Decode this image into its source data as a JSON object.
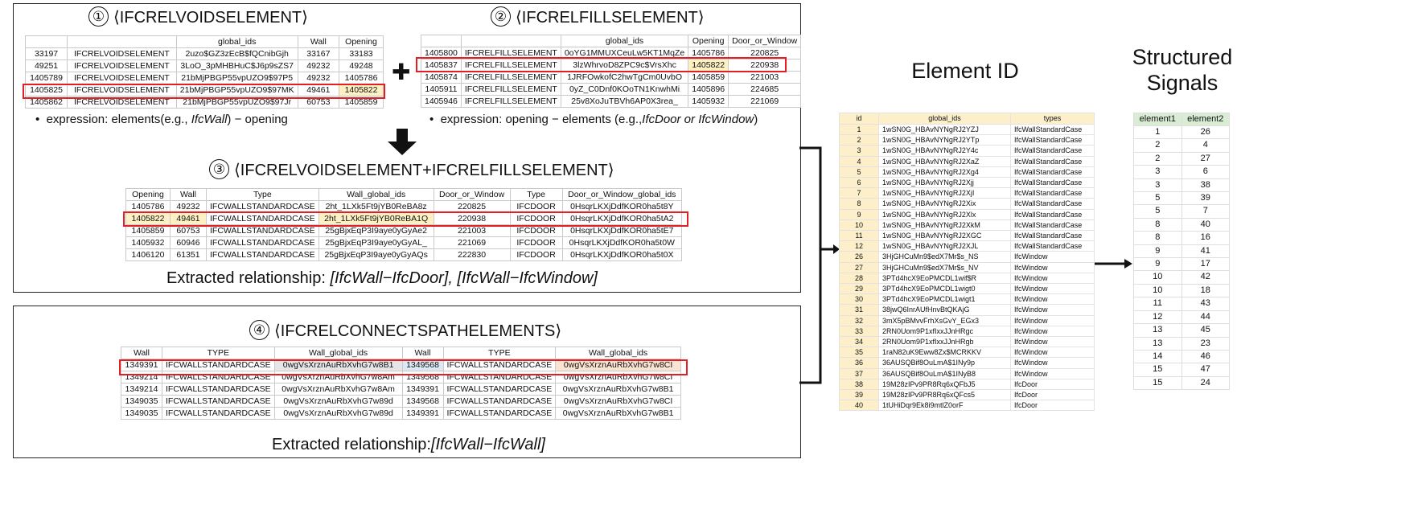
{
  "panel1": {
    "step": "①",
    "title": "⟨IFCRELVOIDSELEMENT⟩",
    "columns": [
      "",
      "",
      "global_ids",
      "Wall",
      "Opening"
    ],
    "rows": [
      [
        "33197",
        "IFCRELVOIDSELEMENT",
        "2uzo$GZ3zEcB$fQCnibGjh",
        "33167",
        "33183"
      ],
      [
        "49251",
        "IFCRELVOIDSELEMENT",
        "3LoO_3pMHBHuC$J6p9sZS7",
        "49232",
        "49248"
      ],
      [
        "1405789",
        "IFCRELVOIDSELEMENT",
        "21bMjPBGP55vpUZO9$97P5",
        "49232",
        "1405786"
      ],
      [
        "1405825",
        "IFCRELVOIDSELEMENT",
        "21bMjPBGP55vpUZO9$97MK",
        "49461",
        "1405822"
      ],
      [
        "1405862",
        "IFCRELVOIDSELEMENT",
        "21bMjPBGP55vpUZO9$97Jr",
        "60753",
        "1405859"
      ]
    ],
    "expression_prefix": "expression: elements(e.g., ",
    "expression_italic": "IfcWall",
    "expression_suffix": ") − opening"
  },
  "plus_sign": "✚",
  "panel2": {
    "step": "②",
    "title": "⟨IFCRELFILLSELEMENT⟩",
    "columns": [
      "",
      "",
      "global_ids",
      "Opening",
      "Door_or_Window"
    ],
    "rows": [
      [
        "1405800",
        "IFCRELFILLSELEMENT",
        "0oYG1MMUXCeuLw5KT1MqZe",
        "1405786",
        "220825"
      ],
      [
        "1405837",
        "IFCRELFILLSELEMENT",
        "3lzWhrvoD8ZPC9c$VrsXhc",
        "1405822",
        "220938"
      ],
      [
        "1405874",
        "IFCRELFILLSELEMENT",
        "1JRFOwkofC2hwTgCm0UvbO",
        "1405859",
        "221003"
      ],
      [
        "1405911",
        "IFCRELFILLSELEMENT",
        "0yZ_C0Dnf0KOoTN1KnwhMi",
        "1405896",
        "224685"
      ],
      [
        "1405946",
        "IFCRELFILLSELEMENT",
        "25v8XoJuTBVh6AP0X3rea_",
        "1405932",
        "221069"
      ]
    ],
    "expression_prefix": "expression: opening − elements (e.g.,",
    "expression_italic": "IfcDoor or IfcWindow",
    "expression_suffix": ")"
  },
  "panel3": {
    "step": "③",
    "title": "⟨IFCRELVOIDSELEMENT+IFCRELFILLSELEMENT⟩",
    "columns": [
      "Opening",
      "Wall",
      "Type",
      "Wall_global_ids",
      "Door_or_Window",
      "Type",
      "Door_or_Window_global_ids"
    ],
    "rows": [
      [
        "1405786",
        "49232",
        "IFCWALLSTANDARDCASE",
        "2ht_1LXk5Ft9jYB0ReBA8z",
        "220825",
        "IFCDOOR",
        "0HsqrLKXjDdfKOR0ha5t8Y"
      ],
      [
        "1405822",
        "49461",
        "IFCWALLSTANDARDCASE",
        "2ht_1LXk5Ft9jYB0ReBA1Q",
        "220938",
        "IFCDOOR",
        "0HsqrLKXjDdfKOR0ha5tA2"
      ],
      [
        "1405859",
        "60753",
        "IFCWALLSTANDARDCASE",
        "25gBjxEqP3I9aye0yGyAe2",
        "221003",
        "IFCDOOR",
        "0HsqrLKXjDdfKOR0ha5tE7"
      ],
      [
        "1405932",
        "60946",
        "IFCWALLSTANDARDCASE",
        "25gBjxEqP3I9aye0yGyAL_",
        "221069",
        "IFCDOOR",
        "0HsqrLKXjDdfKOR0ha5t0W"
      ],
      [
        "1406120",
        "61351",
        "IFCWALLSTANDARDCASE",
        "25gBjxEqP3I9aye0yGyAQs",
        "222830",
        "IFCDOOR",
        "0HsqrLKXjDdfKOR0ha5t0X"
      ]
    ],
    "relationship_prefix": "Extracted relationship: ",
    "relationship_italic": "[IfcWall−IfcDoor], [IfcWall−IfcWindow]"
  },
  "panel4": {
    "step": "④",
    "title": "⟨IFCRELCONNECTSPATHELEMENTS⟩",
    "columns": [
      "Wall",
      "TYPE",
      "Wall_global_ids",
      "Wall",
      "TYPE",
      "Wall_global_ids"
    ],
    "rows": [
      [
        "1349391",
        "IFCWALLSTANDARDCASE",
        "0wgVsXrznAuRbXvhG7w8B1",
        "1349568",
        "IFCWALLSTANDARDCASE",
        "0wgVsXrznAuRbXvhG7w8CI"
      ],
      [
        "1349214",
        "IFCWALLSTANDARDCASE",
        "0wgVsXrznAuRbXvhG7w8Am",
        "1349568",
        "IFCWALLSTANDARDCASE",
        "0wgVsXrznAuRbXvhG7w8CI"
      ],
      [
        "1349214",
        "IFCWALLSTANDARDCASE",
        "0wgVsXrznAuRbXvhG7w8Am",
        "1349391",
        "IFCWALLSTANDARDCASE",
        "0wgVsXrznAuRbXvhG7w8B1"
      ],
      [
        "1349035",
        "IFCWALLSTANDARDCASE",
        "0wgVsXrznAuRbXvhG7w89d",
        "1349568",
        "IFCWALLSTANDARDCASE",
        "0wgVsXrznAuRbXvhG7w8CI"
      ],
      [
        "1349035",
        "IFCWALLSTANDARDCASE",
        "0wgVsXrznAuRbXvhG7w89d",
        "1349391",
        "IFCWALLSTANDARDCASE",
        "0wgVsXrznAuRbXvhG7w8B1"
      ]
    ],
    "relationship_prefix": "Extracted relationship:",
    "relationship_italic": "[IfcWall−IfcWall]"
  },
  "element_id": {
    "title": "Element ID",
    "columns": [
      "id",
      "global_ids",
      "types"
    ],
    "rows": [
      [
        "1",
        "1wSN0G_HBAvNYNgRJ2YZJ",
        "IfcWallStandardCase"
      ],
      [
        "2",
        "1wSN0G_HBAvNYNgRJ2YTp",
        "IfcWallStandardCase"
      ],
      [
        "3",
        "1wSN0G_HBAvNYNgRJ2Y4c",
        "IfcWallStandardCase"
      ],
      [
        "4",
        "1wSN0G_HBAvNYNgRJ2XaZ",
        "IfcWallStandardCase"
      ],
      [
        "5",
        "1wSN0G_HBAvNYNgRJ2Xg4",
        "IfcWallStandardCase"
      ],
      [
        "6",
        "1wSN0G_HBAvNYNgRJ2Xjj",
        "IfcWallStandardCase"
      ],
      [
        "7",
        "1wSN0G_HBAvNYNgRJ2XjI",
        "IfcWallStandardCase"
      ],
      [
        "8",
        "1wSN0G_HBAvNYNgRJ2Xix",
        "IfcWallStandardCase"
      ],
      [
        "9",
        "1wSN0G_HBAvNYNgRJ2Xlx",
        "IfcWallStandardCase"
      ],
      [
        "10",
        "1wSN0G_HBAvNYNgRJ2XkM",
        "IfcWallStandardCase"
      ],
      [
        "11",
        "1wSN0G_HBAvNYNgRJ2XGC",
        "IfcWallStandardCase"
      ],
      [
        "12",
        "1wSN0G_HBAvNYNgRJ2XJL",
        "IfcWallStandardCase"
      ],
      [
        "26",
        "3HjGHCuMn9$edX7Mr$s_NS",
        "IfcWindow"
      ],
      [
        "27",
        "3HjGHCuMn9$edX7Mr$s_NV",
        "IfcWindow"
      ],
      [
        "28",
        "3PTd4hcX9EoPMCDL1wif$R",
        "IfcWindow"
      ],
      [
        "29",
        "3PTd4hcX9EoPMCDL1wigt0",
        "IfcWindow"
      ],
      [
        "30",
        "3PTd4hcX9EoPMCDL1wigt1",
        "IfcWindow"
      ],
      [
        "31",
        "38jwQ6InrAUfHnvBtQKAjG",
        "IfcWindow"
      ],
      [
        "32",
        "3mX5pBMvvFrhXsGvY_EGx3",
        "IfcWindow"
      ],
      [
        "33",
        "2RN0Uom9P1xfIxxJJnHRgc",
        "IfcWindow"
      ],
      [
        "34",
        "2RN0Uom9P1xfIxxJJnHRgb",
        "IfcWindow"
      ],
      [
        "35",
        "1raN82uK9Eww8Zx$MCRKKV",
        "IfcWindow"
      ],
      [
        "36",
        "36AUSQBif8OuLmA$1INy9p",
        "IfcWindow"
      ],
      [
        "37",
        "36AUSQBif8OuLmA$1INyB8",
        "IfcWindow"
      ],
      [
        "38",
        "19M28zIPv9PR8Rq6xQFbJ5",
        "IfcDoor"
      ],
      [
        "39",
        "19M28zIPv9PR8Rq6xQFcs5",
        "IfcDoor"
      ],
      [
        "40",
        "1tUHiDqr9Ek8i9mtlZ0orF",
        "IfcDoor"
      ]
    ]
  },
  "signals": {
    "title_line1": "Structured",
    "title_line2": "Signals",
    "columns": [
      "element1",
      "element2"
    ],
    "rows": [
      [
        "1",
        "26"
      ],
      [
        "2",
        "4"
      ],
      [
        "2",
        "27"
      ],
      [
        "3",
        "6"
      ],
      [
        "3",
        "38"
      ],
      [
        "5",
        "39"
      ],
      [
        "5",
        "7"
      ],
      [
        "8",
        "40"
      ],
      [
        "8",
        "16"
      ],
      [
        "9",
        "41"
      ],
      [
        "9",
        "17"
      ],
      [
        "10",
        "42"
      ],
      [
        "10",
        "18"
      ],
      [
        "11",
        "43"
      ],
      [
        "12",
        "44"
      ],
      [
        "13",
        "45"
      ],
      [
        "13",
        "23"
      ],
      [
        "14",
        "46"
      ],
      [
        "15",
        "47"
      ],
      [
        "15",
        "24"
      ]
    ]
  },
  "colors": {
    "highlight": "#e31e24",
    "id_header": "#fcefc9",
    "signal_header": "#d9ecd4"
  }
}
